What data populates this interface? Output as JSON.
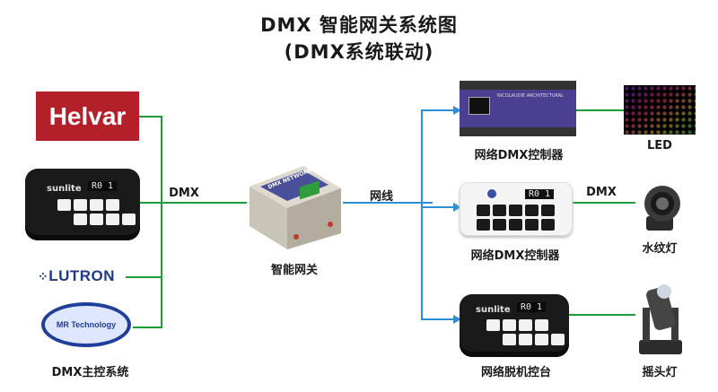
{
  "title": {
    "line1": "DMX 智能网关系统图",
    "line2": "(DMX系统联动)"
  },
  "left": {
    "helvar_logo": "Helvar",
    "sunlite_brand": "sunlite",
    "sunlite_screen": "R0 1",
    "lutron_logo": "LUTRON",
    "mr_logo": "MR Technology",
    "caption": "DMX主控系统",
    "link_label": "DMX"
  },
  "center": {
    "gateway_label": "智能网关",
    "gateway_brand": "DMX NETWORK",
    "link_label": "网线"
  },
  "right": {
    "dev1_label": "网络DMX控制器",
    "dev1_brand": "NICOLAUDIE ARCHITECTURAL",
    "dev2_label": "网络DMX控制器",
    "dev2_screen": "R0 1",
    "dev3_label": "网络脱机控台",
    "dev3_brand": "sunlite",
    "dev3_screen": "R0 1",
    "out1_label": "LED",
    "out2_label": "水纹灯",
    "out2_link": "DMX",
    "out3_label": "摇头灯"
  },
  "colors": {
    "dmx_line": "#1e9e3a",
    "net_line": "#2e8fd6",
    "helvar": "#b4202a",
    "lutron": "#1c3a87"
  }
}
